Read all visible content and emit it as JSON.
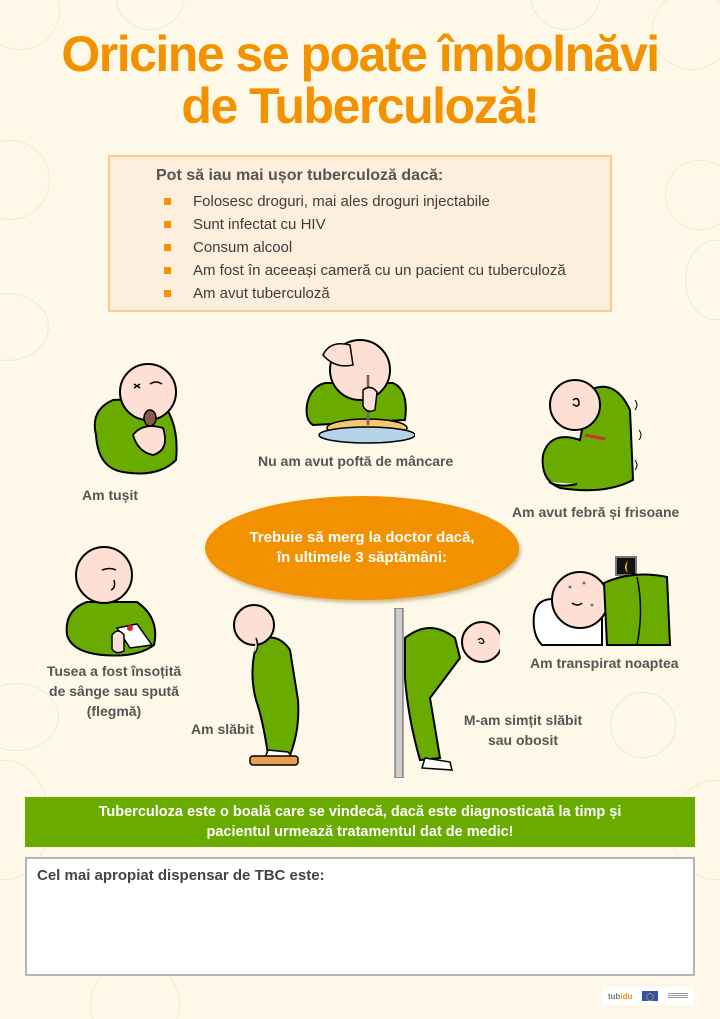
{
  "title": {
    "line1": "Oricine se poate îmbolnăvi",
    "line2": "de Tuberculoză!"
  },
  "risk_box": {
    "heading": "Pot să iau mai ușor tuberculoză dacă:",
    "items": [
      "Folosesc droguri, mai ales droguri injectabile",
      "Sunt infectat cu HIV",
      "Consum alcool",
      "Am fost în aceeași cameră cu un pacient cu tuberculoză",
      "Am avut tuberculoză"
    ]
  },
  "center_oval": {
    "line1": "Trebuie să merg la doctor dacă,",
    "line2": "în ultimele 3 săptămâni:"
  },
  "symptoms": {
    "cough": {
      "label": "Am tușit",
      "icon": "coughing-man-illustration"
    },
    "appetite": {
      "label": "Nu am avut poftă de mâncare",
      "icon": "man-no-appetite-illustration"
    },
    "fever": {
      "label": "Am avut febră și frisoane",
      "icon": "man-shivering-illustration"
    },
    "blood": {
      "line1": "Tusea a fost însoțită",
      "line2": "de sânge sau spută",
      "line3": "(flegmă)",
      "icon": "man-bloody-handkerchief-illustration"
    },
    "weight": {
      "label": "Am slăbit",
      "icon": "man-on-scale-illustration"
    },
    "weak": {
      "line1": "M-am simțit slăbit",
      "line2": "sau obosit",
      "icon": "tired-man-leaning-illustration"
    },
    "sweat": {
      "label": "Am transpirat noaptea",
      "icon": "sweating-man-in-bed-illustration"
    }
  },
  "banner": {
    "line1": "Tuberculoza este o boală care se vindecă, dacă este diagnosticată la timp și",
    "line2": "pacientul urmează tratamentul dat de medic!"
  },
  "dispensary": {
    "label": "Cel mai apropiat dispensar de TBC este:",
    "value": ""
  },
  "footer": {
    "logo_text_a": "tub",
    "logo_text_b": "idu"
  },
  "colors": {
    "background": "#fef8e8",
    "accent_orange": "#f39200",
    "green": "#6aab00",
    "risk_box_bg": "#fdeedd",
    "risk_box_border": "#fbc98a"
  }
}
